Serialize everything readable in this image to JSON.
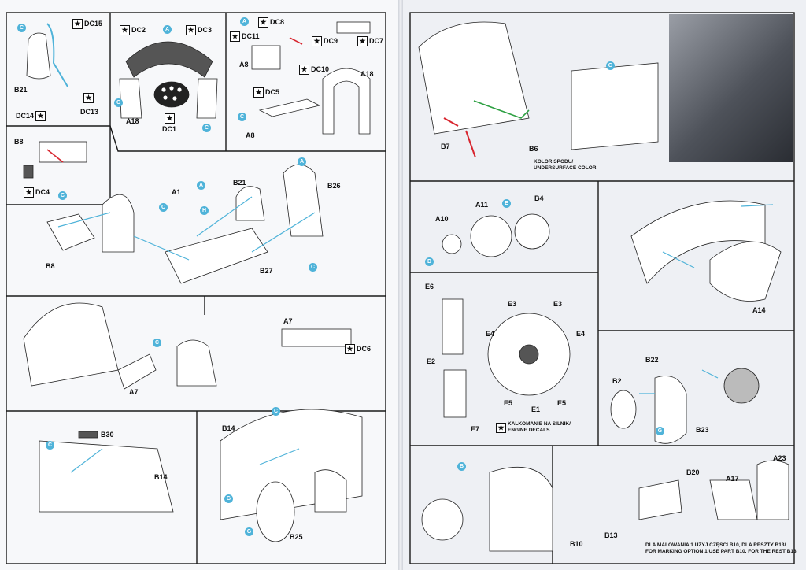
{
  "decals": {
    "dc15": "DC15",
    "dc2": "DC2",
    "dc3": "DC3",
    "dc14": "DC14",
    "dc13": "DC13",
    "dc1": "DC1",
    "dc8": "DC8",
    "dc11": "DC11",
    "dc9": "DC9",
    "dc7": "DC7",
    "dc10": "DC10",
    "dc5": "DC5",
    "dc4": "DC4",
    "dc6": "DC6"
  },
  "parts": {
    "b21": "B21",
    "a18": "A18",
    "a8": "A8",
    "b8": "B8",
    "a1": "A1",
    "b26": "B26",
    "b27": "B27",
    "a7": "A7",
    "b30": "B30",
    "b14": "B14",
    "b25": "B25",
    "b7": "B7",
    "b6": "B6",
    "a10": "A10",
    "a11": "A11",
    "b4": "B4",
    "a14": "A14",
    "e6": "E6",
    "e3": "E3",
    "e4": "E4",
    "e2": "E2",
    "e5": "E5",
    "e1": "E1",
    "e7": "E7",
    "b22": "B22",
    "b2": "B2",
    "b23": "B23",
    "a23": "A23",
    "b20": "B20",
    "a17": "A17",
    "b10": "B10",
    "b13": "B13"
  },
  "callouts": {
    "a": "A",
    "c": "C",
    "h": "H",
    "g": "G",
    "d": "D",
    "e": "E",
    "b": "B"
  },
  "notes": {
    "undersurface_pl": "KOLOR SPODU/",
    "undersurface_en": "UNDERSURFACE COLOR",
    "engine_decals_pl": "KALKOMANIE NA SILNIK/",
    "engine_decals_en": "ENGINE DECALS",
    "marking_pl": "DLA MALOWANIA 1 UŻYJ CZĘŚCI B10, DLA RESZTY B13/",
    "marking_en": "FOR MARKING OPTION 1 USE PART B10, FOR THE REST B13"
  },
  "colors": {
    "callout": "#4fb3d9",
    "undersurface_red": "#d8262f",
    "guide_green": "#2ea043",
    "frame": "#1a1a1a"
  }
}
